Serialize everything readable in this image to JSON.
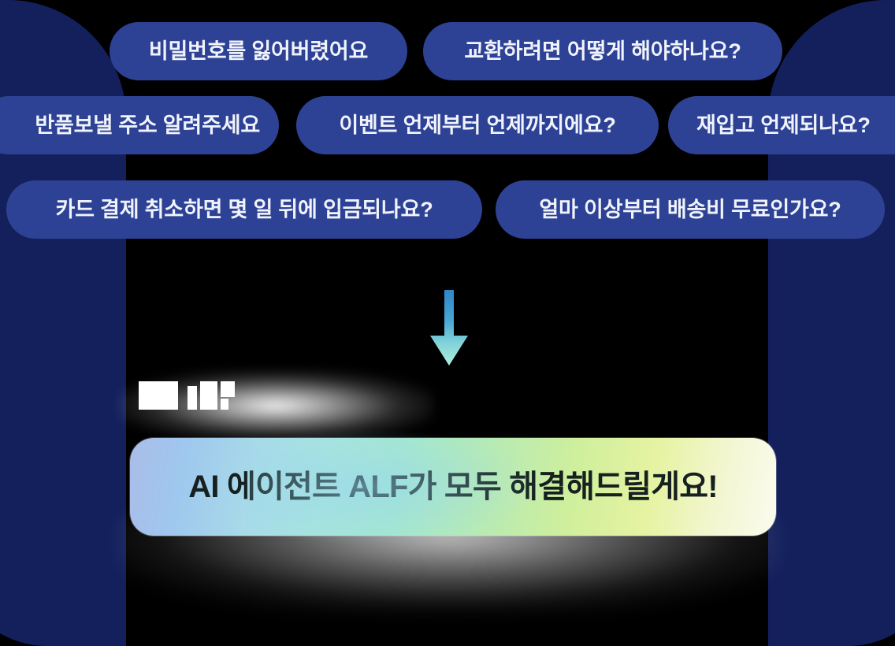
{
  "theme": {
    "background": "#000000",
    "panel_navy": "#14205c",
    "pill_blue": "#2e4295",
    "pill_text": "#f0f3fb",
    "banner_text": "#15201f",
    "arrow_top": "#2f86c9",
    "arrow_bottom": "#a8ecdf"
  },
  "questions": [
    {
      "id": "password",
      "label": "비밀번호를 잃어버렸어요"
    },
    {
      "id": "exchange",
      "label": "교환하려면 어떻게 해야하나요?"
    },
    {
      "id": "return-addr",
      "label": "반품보낼 주소 알려주세요"
    },
    {
      "id": "event",
      "label": "이벤트 언제부터 언제까지에요?"
    },
    {
      "id": "restock",
      "label": "재입고 언제되나요?"
    },
    {
      "id": "refund",
      "label": "카드 결제 취소하면 몇 일 뒤에 입금되나요?"
    },
    {
      "id": "shipping",
      "label": "얼마 이상부터 배송비 무료인가요?"
    }
  ],
  "arrow": {
    "name": "down-arrow-icon",
    "direction": "down"
  },
  "banner": {
    "headline": "AI 에이전트 ALF가 모두 해결해드릴게요!"
  }
}
